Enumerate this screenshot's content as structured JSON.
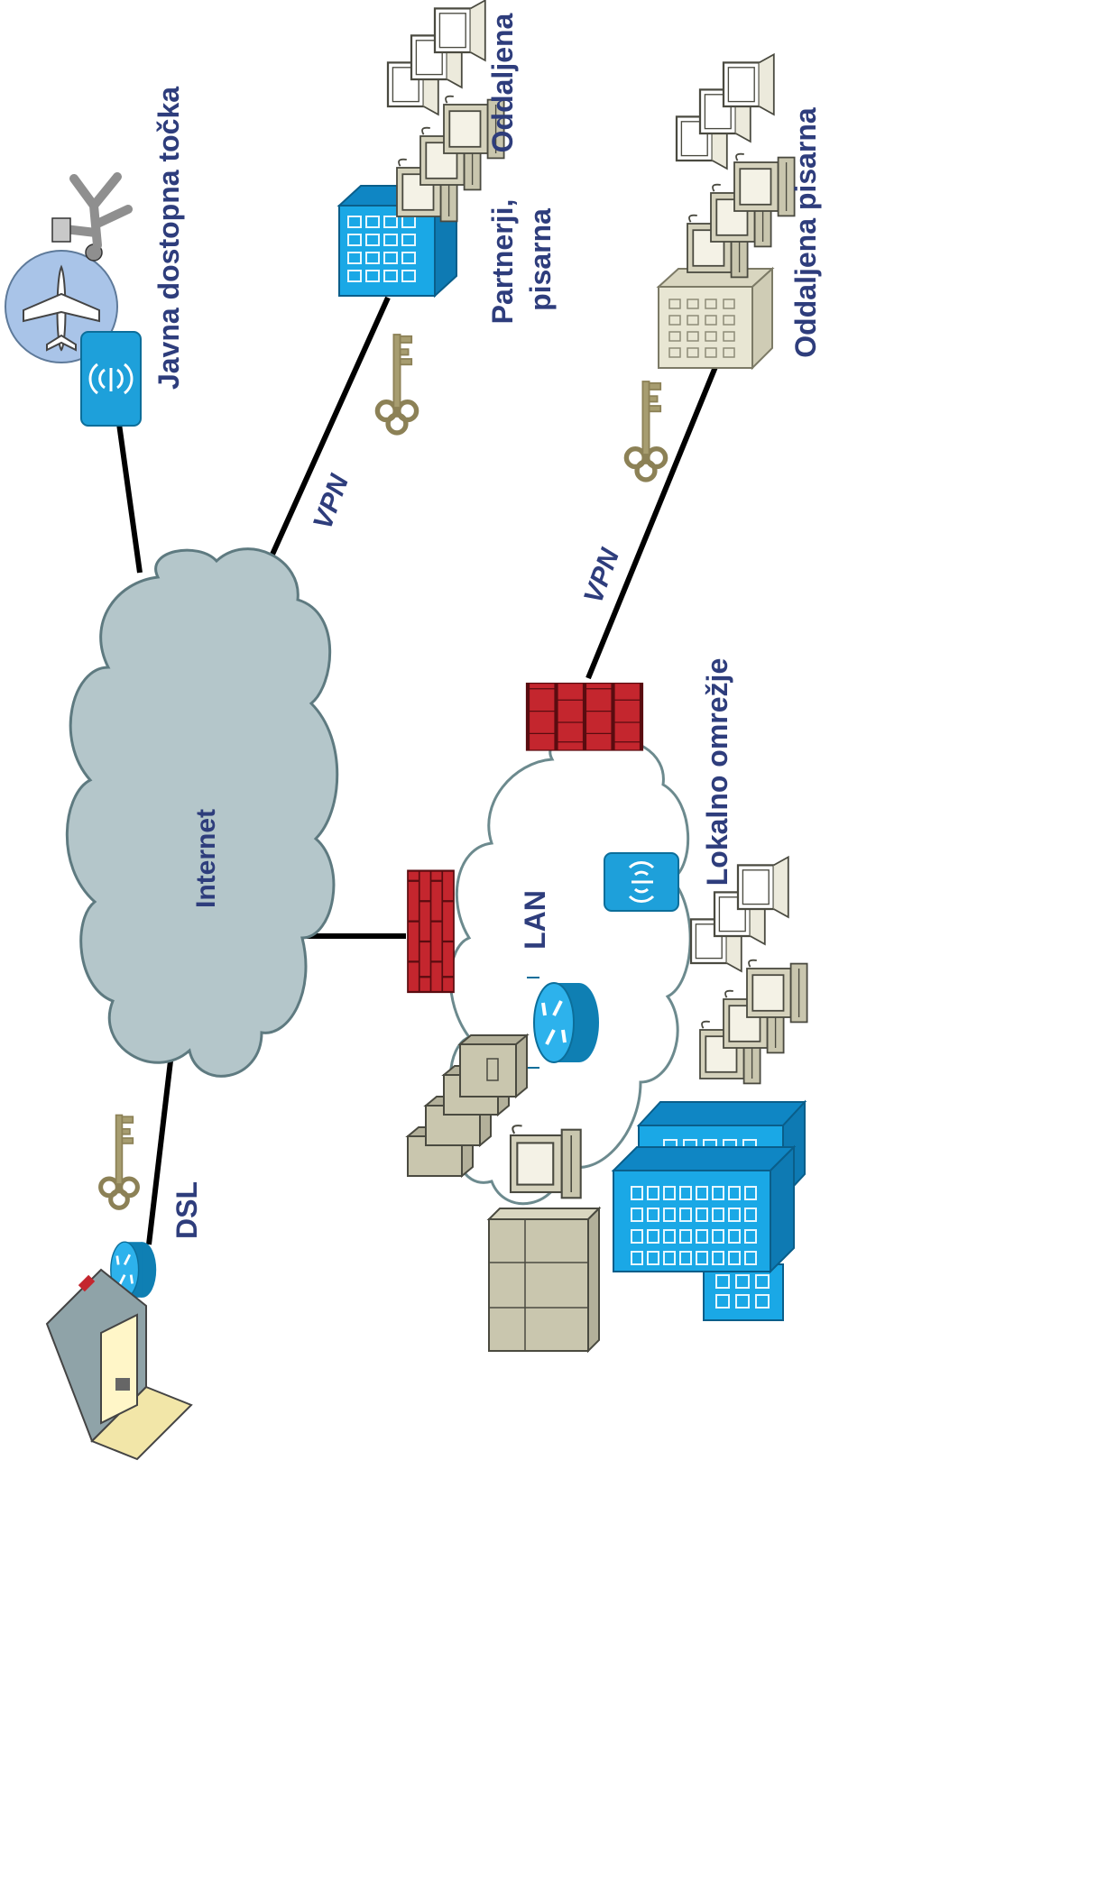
{
  "labels": {
    "internet": "Internet",
    "hotspot": "Javna dostopna točka",
    "vpn_partners": "VPN",
    "partners_line1": "Partnerji,",
    "partners_line2": "pisarna",
    "partners_oddaljena": "Oddaljena",
    "remote_office": "Oddaljena pisarna",
    "vpn_remote": "VPN",
    "lan": "LAN",
    "local_network": "Lokalno omrežje",
    "dsl": "DSL"
  },
  "colors": {
    "label_text": "#2E3D7C",
    "internet_cloud": "#B4C6CA",
    "internet_cloud_stroke": "#5E7A80",
    "lan_cloud": "#FFFFFF",
    "lan_cloud_stroke": "#6C8A8E",
    "firewall": "#C4262E",
    "building_blue": "#1AA8E6",
    "router_blue": "#1EA0DA",
    "device_beige": "#C9C6AE",
    "key": "#A79D70"
  },
  "icons": {
    "hotspot_device": "wireless-access-point-icon",
    "airplane": "airplane-icon",
    "traveler": "business-traveler-icon",
    "partner_building": "blue-building-icon",
    "remote_building": "beige-building-icon",
    "firewall": "firewall-icon",
    "router": "router-icon",
    "key": "key-icon",
    "house": "home-office-icon",
    "server": "server-icon",
    "workstation": "workstation-icon"
  }
}
